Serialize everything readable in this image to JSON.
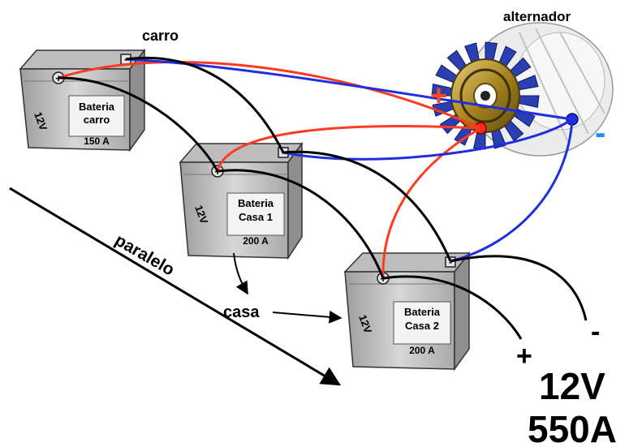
{
  "labels": {
    "carro": "carro",
    "alternador": "alternador",
    "paralelo": "paralelo",
    "casa": "casa",
    "alt_plus": "+",
    "alt_minus": "-",
    "out_plus": "+",
    "out_minus": "-",
    "voltage": "12V",
    "current": "550A"
  },
  "batteries": [
    {
      "id": "carro",
      "volt": "12V",
      "name1": "Bateria",
      "name2": "carro",
      "amp": "150 A",
      "pos": "+",
      "neg": "-"
    },
    {
      "id": "casa1",
      "volt": "12V",
      "name1": "Bateria",
      "name2": "Casa 1",
      "amp": "200 A",
      "pos": "+",
      "neg": "-"
    },
    {
      "id": "casa2",
      "volt": "12V",
      "name1": "Bateria",
      "name2": "Casa 2",
      "amp": "200 A",
      "pos": "+",
      "neg": "-"
    }
  ],
  "colors": {
    "positive_wire": "#ff3b1f",
    "negative_wire": "#1f2fe0",
    "link_wire": "#000000",
    "plus_sign": "#ff4a1a",
    "minus_sign": "#1a8cff",
    "battery_body": "#c9c9c9",
    "alternator_fan": "#2b3fb0",
    "pulley": "#b8942a"
  }
}
